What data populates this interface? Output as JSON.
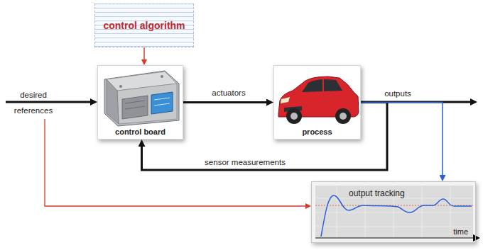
{
  "diagram": {
    "nodes": [
      {
        "text": [
          "control algorithm"
        ]
      },
      {
        "text": [
          "control board"
        ]
      },
      {
        "text": [
          "process"
        ]
      },
      {
        "text": [
          "output tracking",
          "time"
        ]
      }
    ],
    "edges": [
      {
        "from": 0,
        "to": 1,
        "arrow": "to"
      },
      {
        "from": 1,
        "to": 2,
        "label": "actuators",
        "arrow": "to"
      },
      {
        "from": 2,
        "to": 1,
        "label": "sensor measurements",
        "arrow": "to"
      },
      {
        "from": 2,
        "to": 3,
        "arrow": "to"
      }
    ],
    "labels": [
      "desired references",
      "outputs"
    ]
  }
}
